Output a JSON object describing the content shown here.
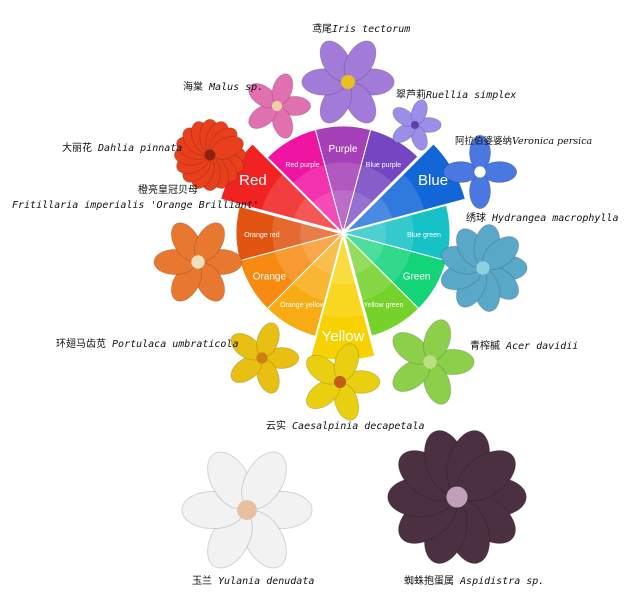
{
  "wheel": {
    "segments": [
      {
        "name": "Purple",
        "color": "#a640b8",
        "primary": false,
        "major": true
      },
      {
        "name": "Blue purple",
        "color": "#7446c2",
        "primary": false,
        "major": false
      },
      {
        "name": "Blue",
        "color": "#1266d8",
        "primary": true,
        "major": true
      },
      {
        "name": "Blue green",
        "color": "#16c2c6",
        "primary": false,
        "major": false
      },
      {
        "name": "Green",
        "color": "#14d47a",
        "primary": false,
        "major": true
      },
      {
        "name": "Yellow green",
        "color": "#74d22a",
        "primary": false,
        "major": false
      },
      {
        "name": "Yellow",
        "color": "#f8d200",
        "primary": true,
        "major": true
      },
      {
        "name": "Orange yellow",
        "color": "#f8ac14",
        "primary": false,
        "major": false
      },
      {
        "name": "Orange",
        "color": "#f88a14",
        "primary": false,
        "major": true
      },
      {
        "name": "Orange red",
        "color": "#e25412",
        "primary": false,
        "major": false
      },
      {
        "name": "Red",
        "color": "#f02222",
        "primary": true,
        "major": true
      },
      {
        "name": "Red purple",
        "color": "#f014a2",
        "primary": false,
        "major": false
      }
    ]
  },
  "flowers": [
    {
      "cn": "鸢尾",
      "sp": "Iris tectorum",
      "color": "#a27ad8"
    },
    {
      "cn": "海棠 ",
      "sp": "Malus  sp.",
      "color": "#e070b0"
    },
    {
      "cn": "翠芦莉",
      "sp": "Ruellia simplex",
      "color": "#9a8ee8"
    },
    {
      "cn": "阿拉伯婆婆纳",
      "sp": "Veronica persica",
      "color": "#4a78e0"
    },
    {
      "cn": "大丽花 ",
      "sp": "Dahlia pinnata",
      "color": "#e8401c"
    },
    {
      "cn": "橙亮皇冠贝母",
      "sp": "Fritillaria imperialis 'Orange Brilliant'",
      "color": "#e87830"
    },
    {
      "cn": "绣球 ",
      "sp": "Hydrangea macrophylla",
      "color": "#5aa8c8"
    },
    {
      "cn": "环翅马齿苋 ",
      "sp": "Portulaca umbraticola",
      "color": "#e8c014"
    },
    {
      "cn": "青榨槭 ",
      "sp": "Acer davidii",
      "color": "#8ccf4a"
    },
    {
      "cn": "云实 ",
      "sp": "Caesalpinia decapetala",
      "color": "#e8d010"
    },
    {
      "cn": "玉兰 ",
      "sp": "Yulania denudata",
      "color": "#f2f2f2"
    },
    {
      "cn": "蜘蛛抱蛋属 ",
      "sp": "Aspidistra sp.",
      "color": "#4a3040"
    }
  ]
}
